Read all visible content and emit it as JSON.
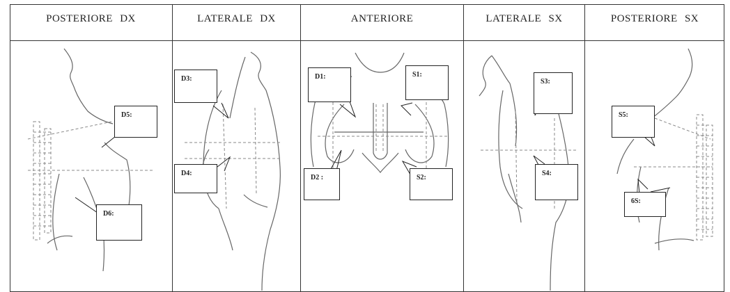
{
  "columns": [
    {
      "title": "POSTERIORE  DX"
    },
    {
      "title": "LATERALE  DX"
    },
    {
      "title": "ANTERIORE"
    },
    {
      "title": "LATERALE  SX"
    },
    {
      "title": "POSTERIORE  SX"
    }
  ],
  "callouts": {
    "d5": "D5:",
    "d6": "D6:",
    "d3": "D3:",
    "d4": "D4:",
    "d1": "D1:",
    "d2": "D2 :",
    "s1": "S1:",
    "s2": "S2:",
    "s3": "S3:",
    "s4": "S4:",
    "s5": "S5:",
    "s6": "6S:"
  }
}
